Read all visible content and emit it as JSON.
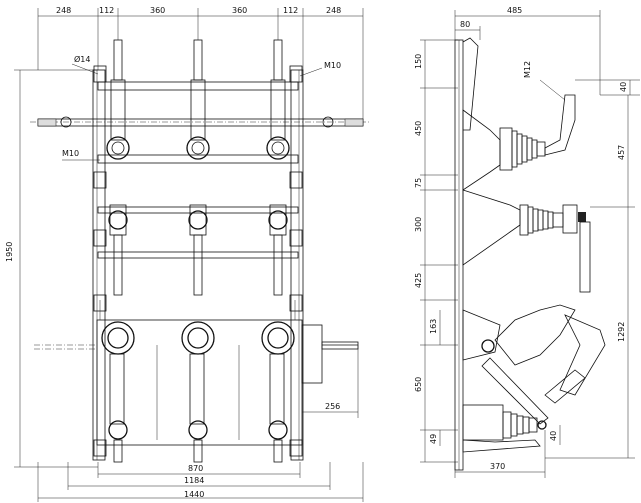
{
  "front_view": {
    "top_dims": [
      "248",
      "112",
      "360",
      "360",
      "112",
      "248"
    ],
    "height_dim": "1950",
    "bottom_dims": [
      "870",
      "1184",
      "1440"
    ],
    "side_dim": "256",
    "labels": {
      "phi14": "Ø14",
      "m10_top": "M10",
      "m10_left": "M10"
    }
  },
  "side_view": {
    "top_dims": [
      "485",
      "80"
    ],
    "left_dims": [
      "150",
      "450",
      "75",
      "300",
      "425",
      "163",
      "650",
      "49"
    ],
    "right_dims": [
      "40",
      "457",
      "1292",
      "40"
    ],
    "bottom_dim": "370",
    "labels": {
      "m12": "M12"
    }
  }
}
